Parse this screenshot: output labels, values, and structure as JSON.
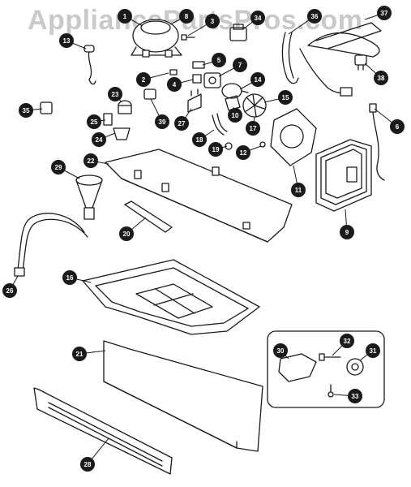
{
  "watermark": "AppliancePartsPros.com",
  "callouts": [
    {
      "id": "1"
    },
    {
      "id": "2"
    },
    {
      "id": "3"
    },
    {
      "id": "4"
    },
    {
      "id": "5"
    },
    {
      "id": "6"
    },
    {
      "id": "7"
    },
    {
      "id": "8"
    },
    {
      "id": "9"
    },
    {
      "id": "10"
    },
    {
      "id": "11"
    },
    {
      "id": "12"
    },
    {
      "id": "13"
    },
    {
      "id": "14"
    },
    {
      "id": "15"
    },
    {
      "id": "16"
    },
    {
      "id": "17"
    },
    {
      "id": "18"
    },
    {
      "id": "19"
    },
    {
      "id": "20"
    },
    {
      "id": "21"
    },
    {
      "id": "22"
    },
    {
      "id": "23"
    },
    {
      "id": "24"
    },
    {
      "id": "25"
    },
    {
      "id": "26"
    },
    {
      "id": "27"
    },
    {
      "id": "28"
    },
    {
      "id": "29"
    },
    {
      "id": "30"
    },
    {
      "id": "31"
    },
    {
      "id": "32"
    },
    {
      "id": "33"
    },
    {
      "id": "34"
    },
    {
      "id": "35"
    },
    {
      "id": "36"
    },
    {
      "id": "37"
    },
    {
      "id": "38"
    },
    {
      "id": "39"
    }
  ]
}
